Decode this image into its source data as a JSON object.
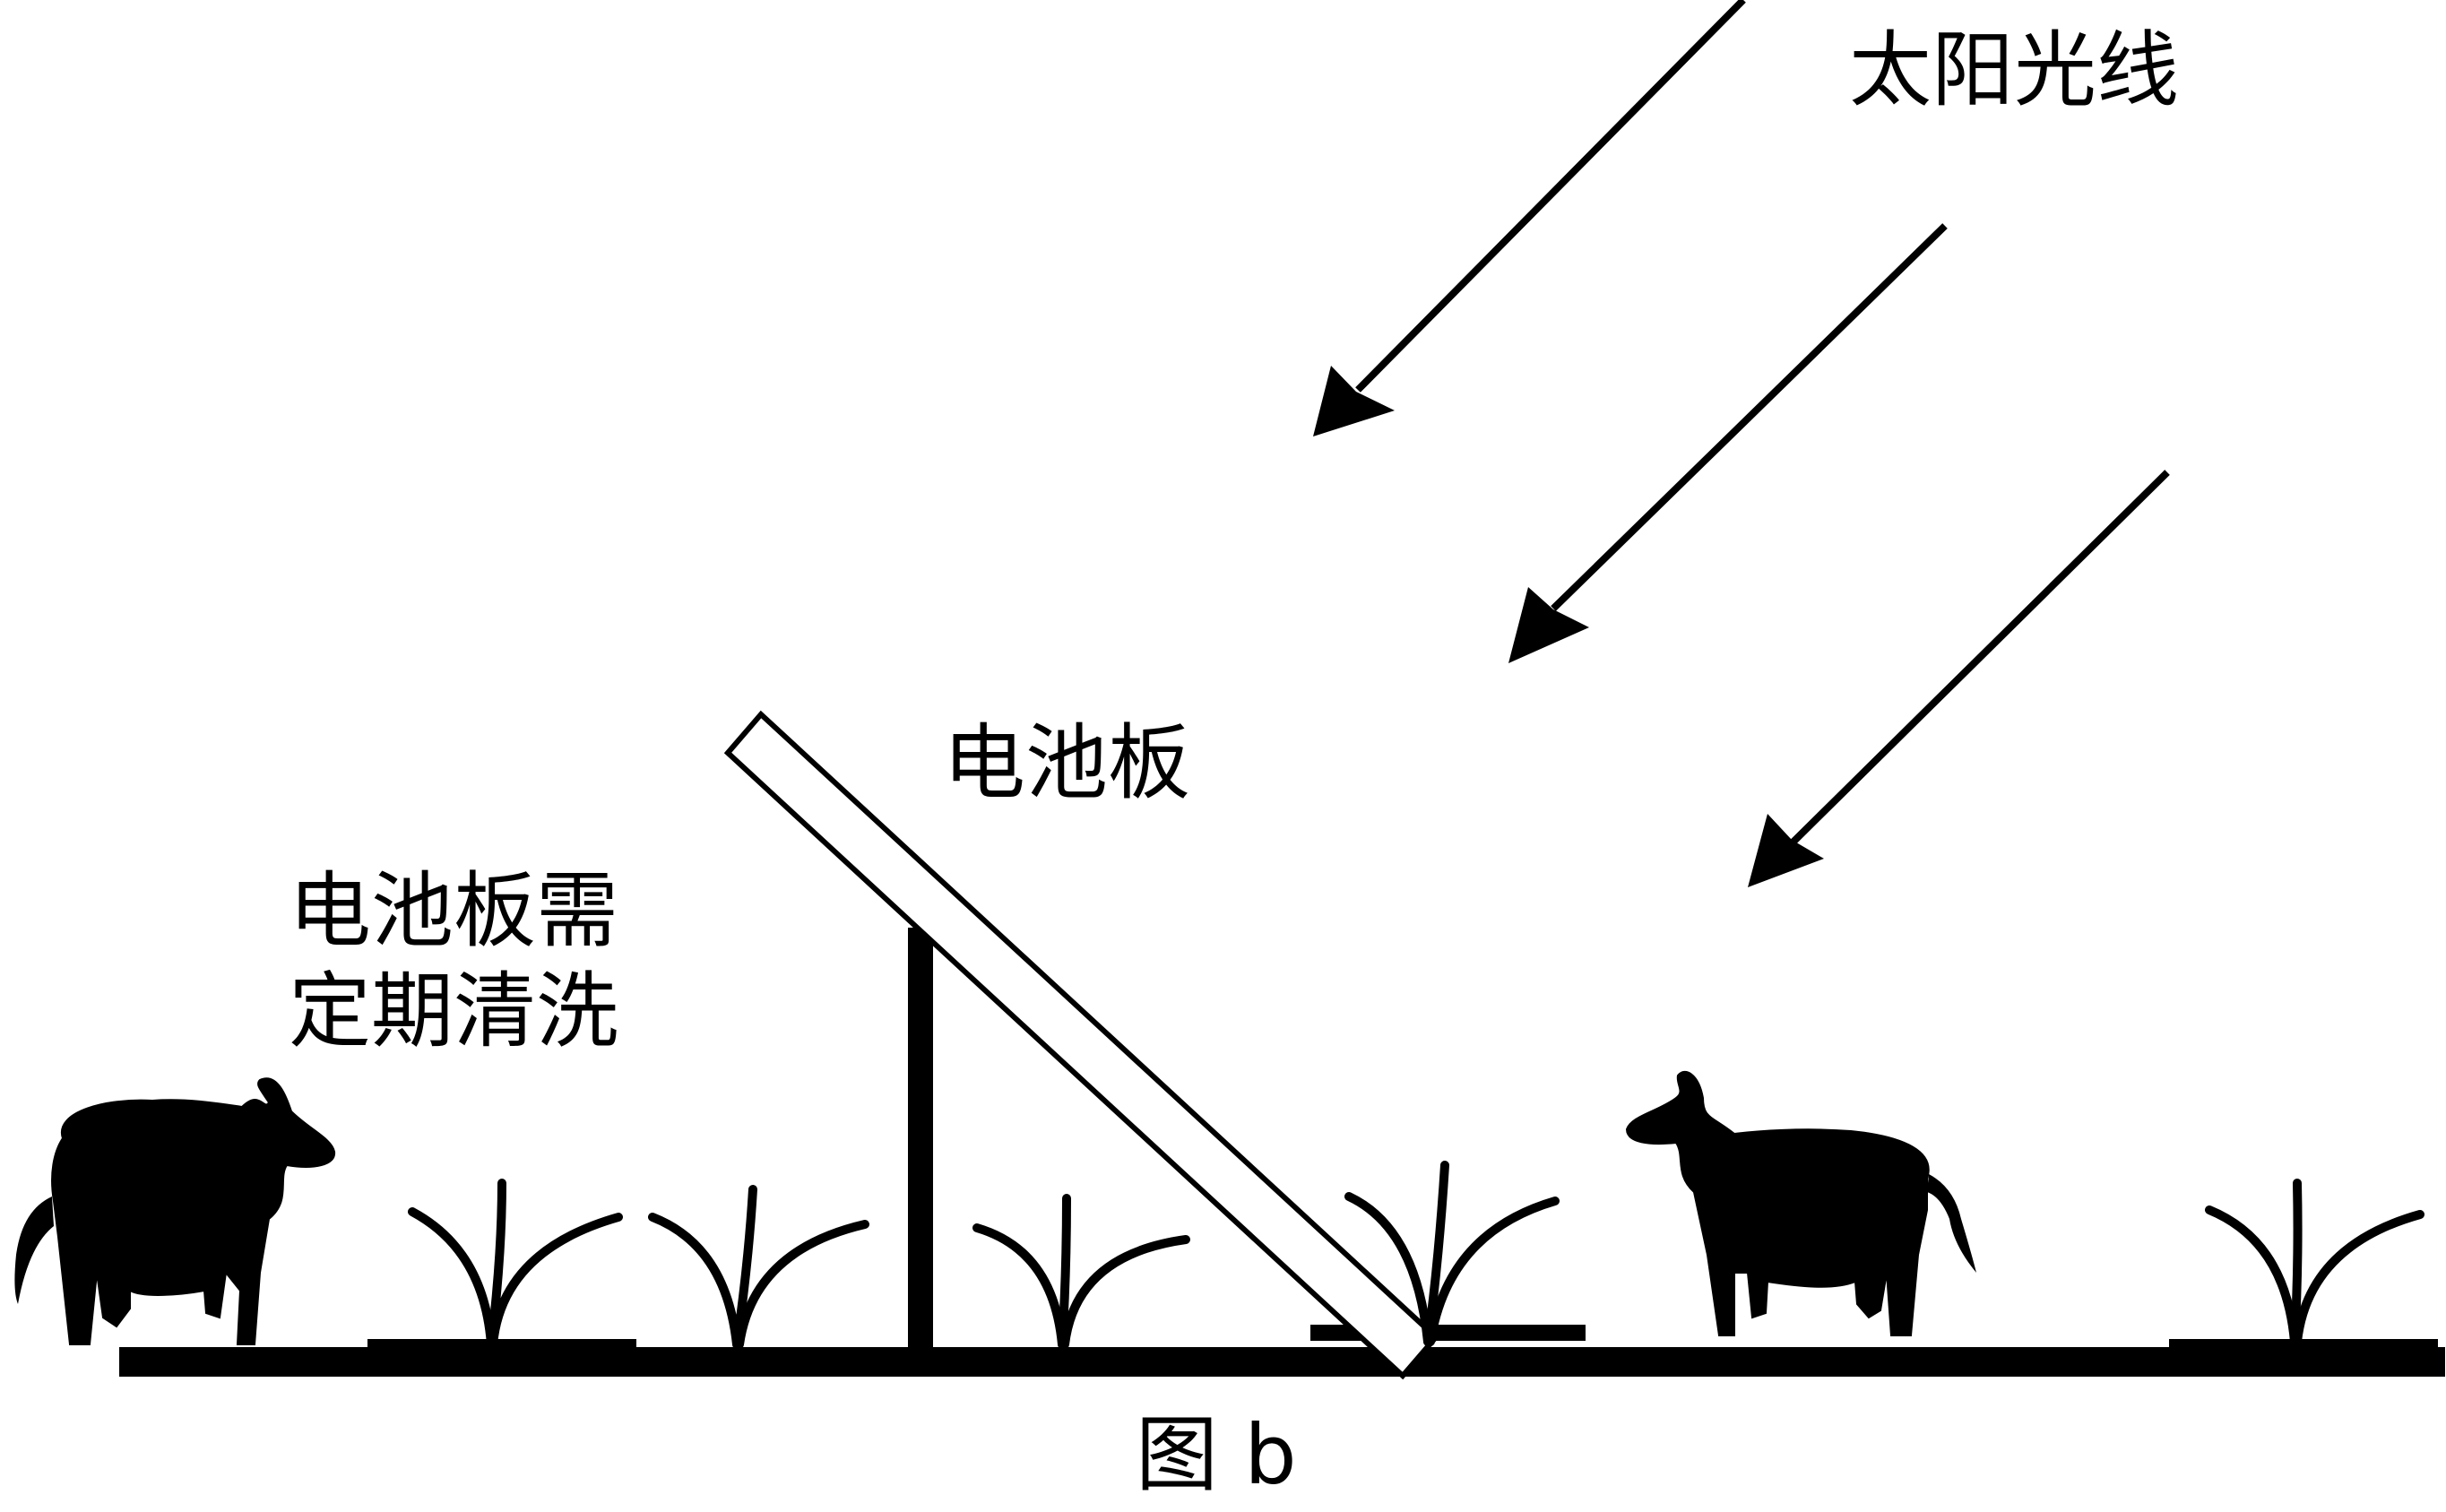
{
  "labels": {
    "sun_rays": "太阳光线",
    "panel": "电池板",
    "cleaning_line1": "电池板需",
    "cleaning_line2": "定期清洗",
    "caption": "图 b"
  },
  "colors": {
    "ink": "#000000",
    "background": "#ffffff"
  },
  "icons": {
    "animal": "sheep-icon",
    "plant": "sprout-icon"
  }
}
